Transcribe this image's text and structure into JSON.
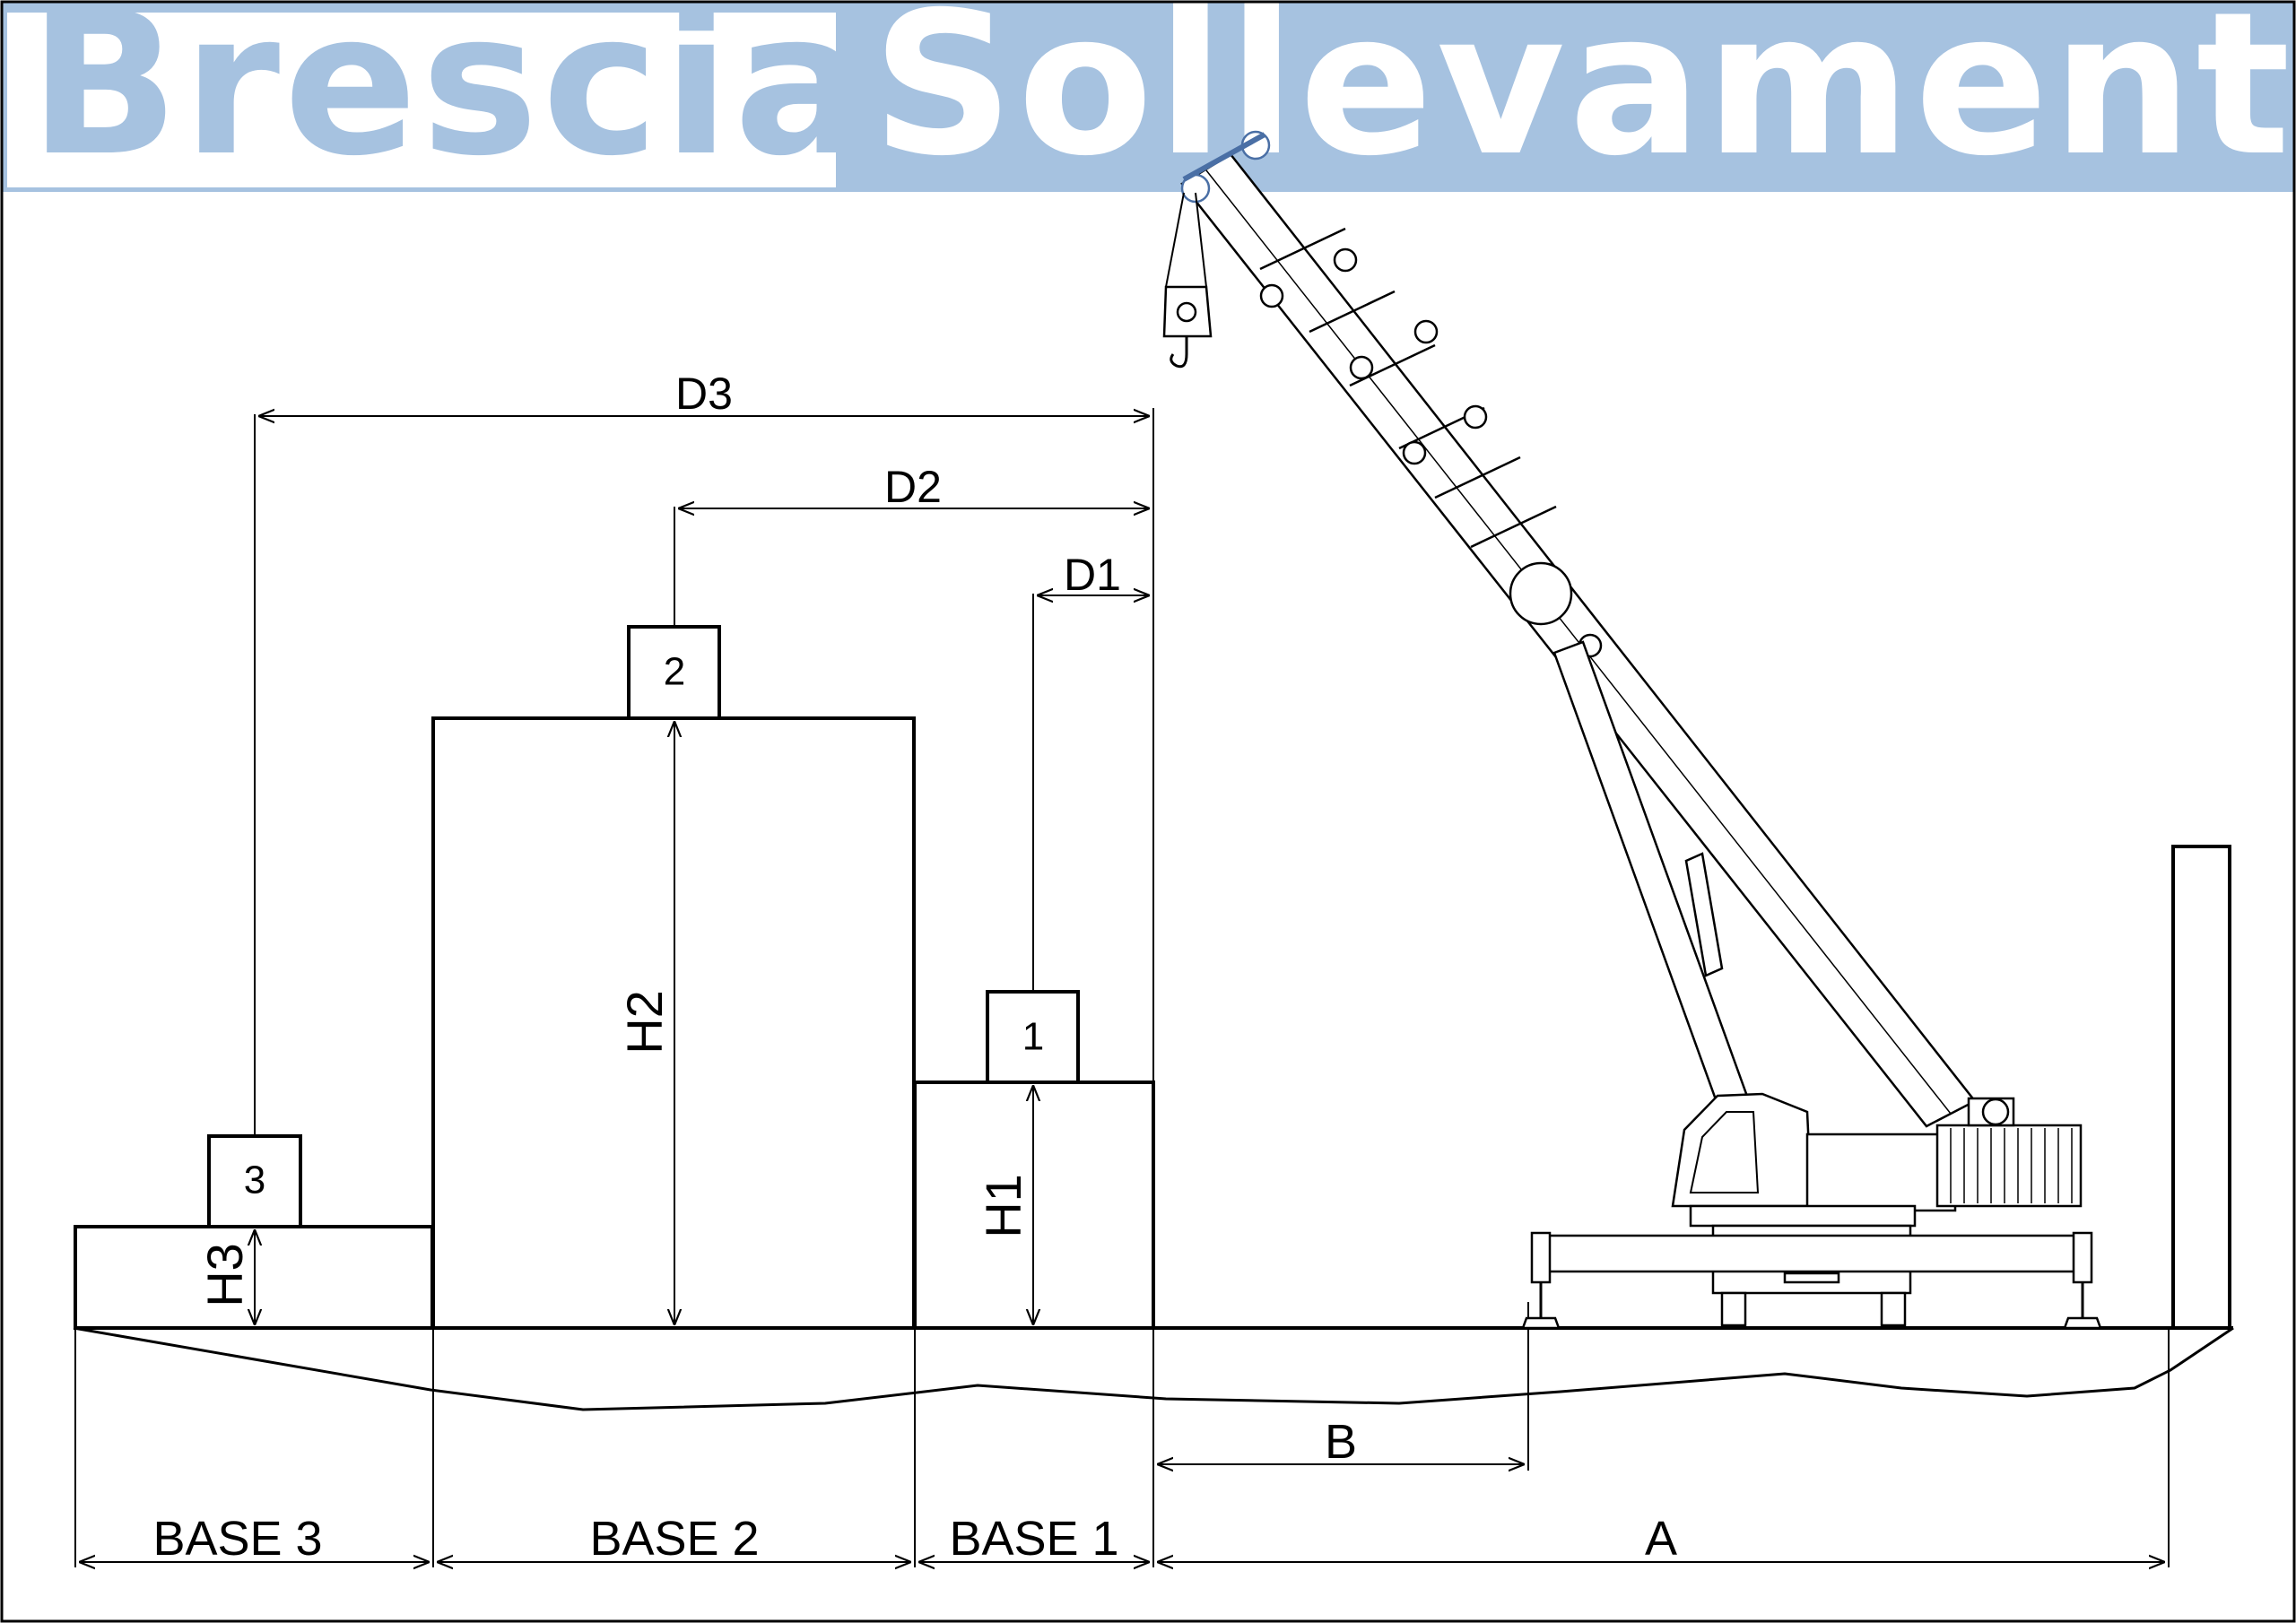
{
  "header": {
    "brand_first": "Brescia",
    "brand_second": "Sollevamenti"
  },
  "loads": {
    "load1": "1",
    "load2": "2",
    "load3": "3"
  },
  "heights": {
    "h1": "H1",
    "h2": "H2",
    "h3": "H3"
  },
  "distances": {
    "d1": "D1",
    "d2": "D2",
    "d3": "D3",
    "b": "B",
    "a": "A"
  },
  "bases": {
    "base1": "BASE 1",
    "base2": "BASE 2",
    "base3": "BASE 3"
  },
  "colors": {
    "header_band": "#a6c2e0",
    "line": "#000000",
    "crane_tip_accent": "#4a6fa5"
  }
}
